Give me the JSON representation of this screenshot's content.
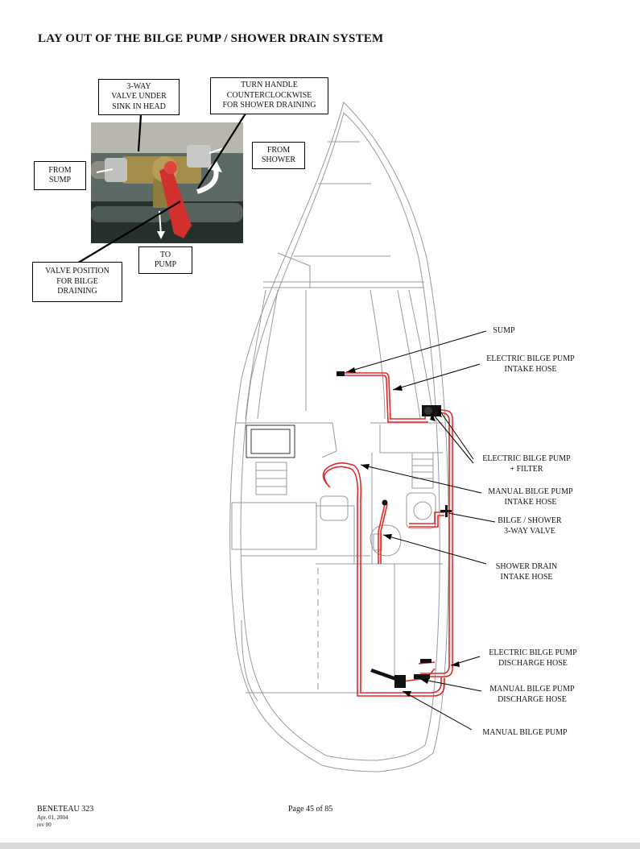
{
  "title": "LAY OUT OF THE BILGE PUMP / SHOWER DRAIN SYSTEM",
  "photo_callouts": {
    "valve_location": "3-WAY\nVALVE UNDER\nSINK IN HEAD",
    "turn_handle": "TURN HANDLE\nCOUNTERCLOCKWISE\nFOR SHOWER DRAINING",
    "from_shower": "FROM\nSHOWER",
    "from_sump": "FROM\nSUMP",
    "to_pump": "TO\nPUMP",
    "valve_position": "VALVE POSITION\nFOR BILGE\nDRAINING"
  },
  "diagram_labels": {
    "sump": "SUMP",
    "electric_intake": "ELECTRIC BILGE PUMP\nINTAKE HOSE",
    "electric_pump_filter": "ELECTRIC BILGE PUMP\n+ FILTER",
    "manual_intake": "MANUAL BILGE PUMP\nINTAKE HOSE",
    "three_way_valve": "BILGE / SHOWER\n3-WAY VALVE",
    "shower_drain": "SHOWER DRAIN\nINTAKE HOSE",
    "electric_discharge": "ELECTRIC BILGE PUMP\nDISCHARGE HOSE",
    "manual_discharge": "MANUAL BILGE PUMP\nDISCHARGE HOSE",
    "manual_pump": "MANUAL BILGE PUMP"
  },
  "footer": {
    "model": "BENETEAU 323",
    "date": "Apr. 01, 2004",
    "rev": "rev 00",
    "page": "Page 45 of 85"
  },
  "colors": {
    "hose": "#e8262a",
    "line": "#9a9a9a",
    "ink": "#111111"
  }
}
